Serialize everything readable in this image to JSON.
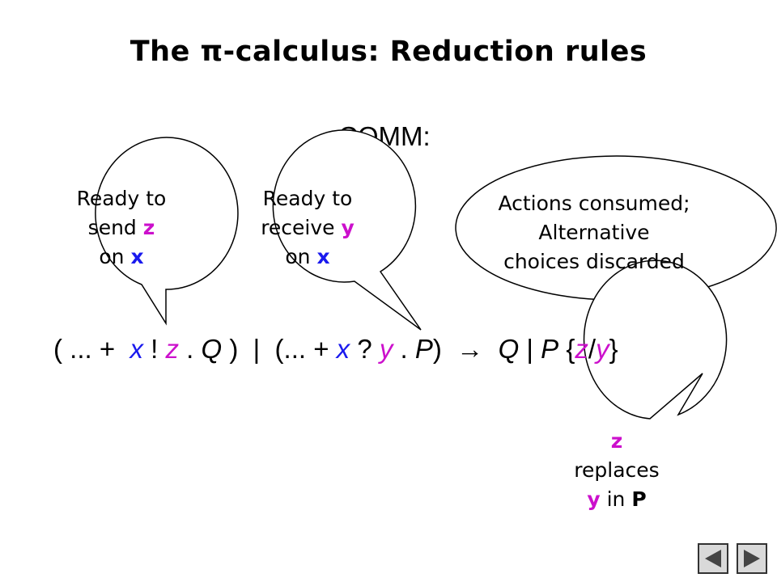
{
  "slide": {
    "title": "The π-calculus: Reduction rules",
    "rule_label": "COMM:"
  },
  "bubbles": {
    "send": {
      "line1": "Ready to",
      "line2_pre": "send ",
      "var_z": "z",
      "line3_pre": "on ",
      "var_x": "x"
    },
    "receive": {
      "line1": "Ready to",
      "line2_pre": "receive ",
      "var_y": "y",
      "line3_pre": "on ",
      "var_x": "x"
    },
    "consumed": {
      "line1": "Actions consumed;",
      "line2": "Alternative",
      "line3": "choices discarded"
    },
    "replace": {
      "var_z": "z",
      "line2": "replaces",
      "var_y": "y",
      "line3_mid": " in ",
      "var_p": "P"
    }
  },
  "formula": {
    "open1": "( ... +  ",
    "x1": "x",
    "bang": " ! ",
    "z1": "z",
    "dot1": " . ",
    "q1": "Q",
    "mid": " )  |  (... + ",
    "x2": "x",
    "qm": " ? ",
    "y1": "y",
    "dot2": " . ",
    "p1": "P",
    "close": ")  ",
    "arrow": "→",
    "sp": "  ",
    "q2": "Q",
    "bar": " | ",
    "p2": "P",
    "sub_open": " {",
    "z2": "z",
    "slash": "/",
    "y2": "y",
    "sub_close": "}"
  },
  "nav": {
    "prev_icon": "triangle-left-icon",
    "next_icon": "triangle-right-icon"
  }
}
